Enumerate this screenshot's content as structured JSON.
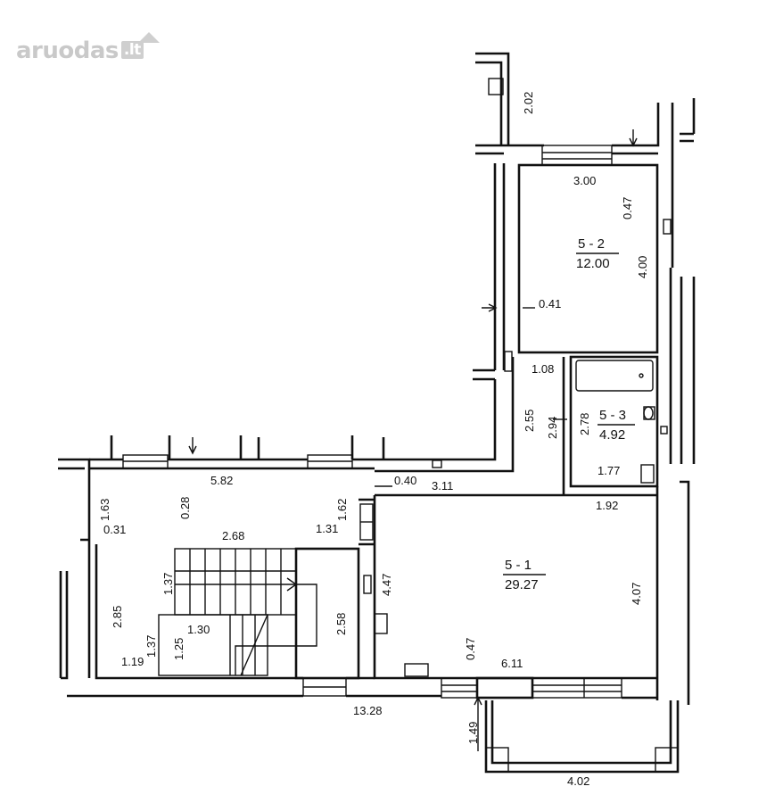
{
  "watermark": {
    "brand": "aruodas",
    "tld": ".lt"
  },
  "rooms": [
    {
      "id": "5 - 2",
      "area": "12.00"
    },
    {
      "id": "5 - 3",
      "area": "4.92"
    },
    {
      "id": "5 - 1",
      "area": "29.27"
    }
  ],
  "dimensions": {
    "d_2_02": "2.02",
    "d_3_00": "3.00",
    "d_0_47_top": "0.47",
    "d_4_00": "4.00",
    "d_0_41": "0.41",
    "d_1_08": "1.08",
    "d_2_55": "2.55",
    "d_2_94": "2.94",
    "d_2_78": "2.78",
    "d_1_77": "1.77",
    "d_1_92": "1.92",
    "d_4_07": "4.07",
    "d_5_82": "5.82",
    "d_0_28": "0.28",
    "d_1_63": "1.63",
    "d_0_31": "0.31",
    "d_0_40": "0.40",
    "d_3_11": "3.11",
    "d_1_62": "1.62",
    "d_1_31": "1.31",
    "d_2_68": "2.68",
    "d_1_37_a": "1.37",
    "d_4_47": "4.47",
    "d_2_85": "2.85",
    "d_2_58": "2.58",
    "d_1_37_b": "1.37",
    "d_1_25": "1.25",
    "d_1_30": "1.30",
    "d_1_19": "1.19",
    "d_0_47_bottom": "0.47",
    "d_6_11": "6.11",
    "d_13_28": "13.28",
    "d_1_49": "1.49",
    "d_4_02": "4.02"
  }
}
